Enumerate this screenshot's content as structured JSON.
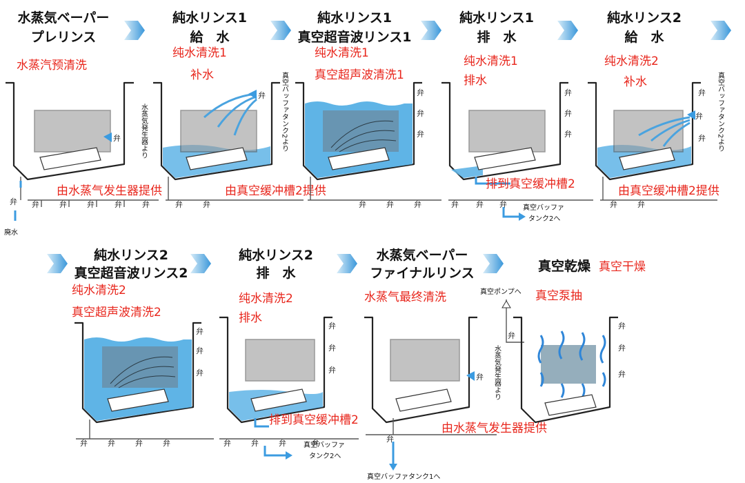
{
  "steps": [
    {
      "title1": "水蒸気ベーパー",
      "title2": "プレリンス",
      "red1": "水蒸汽预清洗",
      "red2": "",
      "source_jp": "水蒸気発生器より",
      "note_red": "由水蒸气发生器提供",
      "drain_label": "廃水"
    },
    {
      "title1": "純水リンス1",
      "title2": "給　水",
      "red1": "纯水清洗1",
      "red2": "补水",
      "source_jp": "真空バッファタンク2より",
      "note_red": "由真空缓冲槽2提供"
    },
    {
      "title1": "純水リンス1",
      "title2": "真空超音波リンス1",
      "red1": "纯水清洗1",
      "red2": "真空超声波清洗1"
    },
    {
      "title1": "純水リンス1",
      "title2": "排　水",
      "red1": "纯水清洗1",
      "red2": "排水",
      "note_red": "排到真空缓冲槽2",
      "drain_label1": "真空バッファ",
      "drain_label2": "タンク2へ"
    },
    {
      "title1": "純水リンス2",
      "title2": "給　水",
      "red1": "纯水清洗2",
      "red2": "补水",
      "source_jp": "真空バッファタンク2より",
      "note_red": "由真空缓冲槽2提供"
    },
    {
      "title1": "純水リンス2",
      "title2": "真空超音波リンス2",
      "red1": "纯水清洗2",
      "red2": "真空超声波清洗2"
    },
    {
      "title1": "純水リンス2",
      "title2": "排　水",
      "red1": "纯水清洗2",
      "red2": "排水",
      "note_red": "排到真空缓冲槽2",
      "drain_label1": "真空バッファ",
      "drain_label2": "タンク2へ"
    },
    {
      "title1": "水蒸気ベーパー",
      "title2": "ファイナルリンス",
      "red1": "水蒸气最终清洗",
      "source_jp": "水蒸気発生器より",
      "note_red": "由水蒸气发生器提供",
      "drain_label": "真空バッファタンク1へ"
    },
    {
      "title1": "真空乾燥",
      "title_red": "真空干燥",
      "pump_label": "真空ポンプへ",
      "red1": "真空泵抽"
    }
  ],
  "valve_glyph": "弁",
  "colors": {
    "water": "#5fb4e6",
    "arrow": "#4aa3df",
    "red": "#e8261c"
  }
}
